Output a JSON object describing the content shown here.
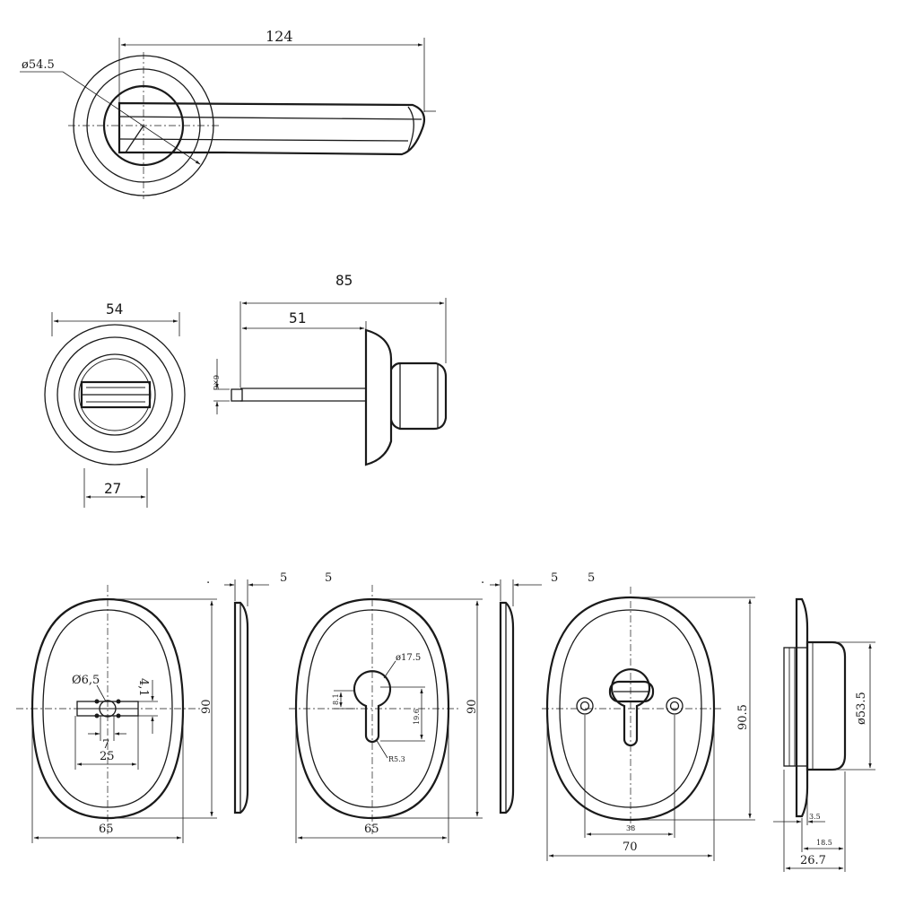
{
  "lever_handle": {
    "length_label": "124",
    "rose_diameter_label": "ø54.5"
  },
  "privacy_thumbturn": {
    "rose_diameter_label": "54",
    "inner_width_label": "27",
    "total_length_label": "85",
    "spindle_length_label": "51",
    "spindle_size_label": "6×6"
  },
  "escutcheon_key": {
    "thickness_label": "5",
    "keyhole_diameter_label": "Ø6,5",
    "slot_height_label": "4,1",
    "slot_width_label": "7",
    "inner_width_label": "25",
    "width_label": "65",
    "height_label": "90"
  },
  "escutcheon_cylinder": {
    "thickness_label": "5",
    "extra_label": "5",
    "hole_diameter_label": "ø17.5",
    "upper_offset_label": "8.1",
    "lower_length_label": "19.6",
    "radius_label": "R5.3",
    "width_label": "65",
    "height_label": "90"
  },
  "escutcheon_armored": {
    "thickness_label": "5",
    "extra_label": "5",
    "screw_spacing_label": "38",
    "width_label": "70",
    "height_label": "90.5"
  },
  "side_profile": {
    "diameter_label": "ø53.5",
    "small_label": "3.5",
    "mid_label": "18.5",
    "total_label": "26.7"
  }
}
